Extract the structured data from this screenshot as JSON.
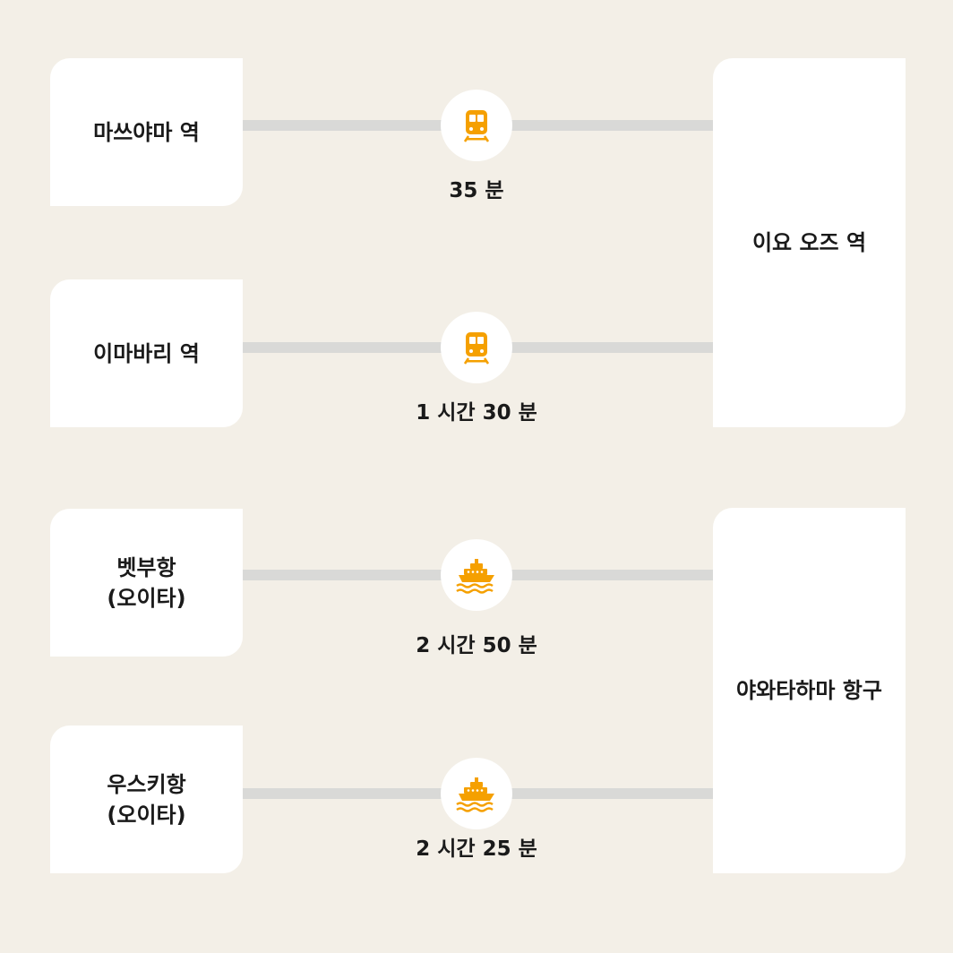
{
  "colors": {
    "background": "#F3EFE7",
    "box": "#FFFFFF",
    "line": "#D9D9D7",
    "icon": "#F5A000",
    "text": "#1A1A1A"
  },
  "destinations": [
    {
      "label": "이요 오즈 역"
    },
    {
      "label": "야와타하마 항구"
    }
  ],
  "routes": [
    {
      "origin": "마쓰야마 역",
      "mode_icon": "train-icon",
      "duration": "35 분"
    },
    {
      "origin": "이마바리 역",
      "mode_icon": "train-icon",
      "duration": "1 시간 30 분"
    },
    {
      "origin": "벳부항\n(오이타)",
      "mode_icon": "ferry-icon",
      "duration": "2 시간 50 분"
    },
    {
      "origin": "우스키항\n(오이타)",
      "mode_icon": "ferry-icon",
      "duration": "2 시간 25 분"
    }
  ]
}
